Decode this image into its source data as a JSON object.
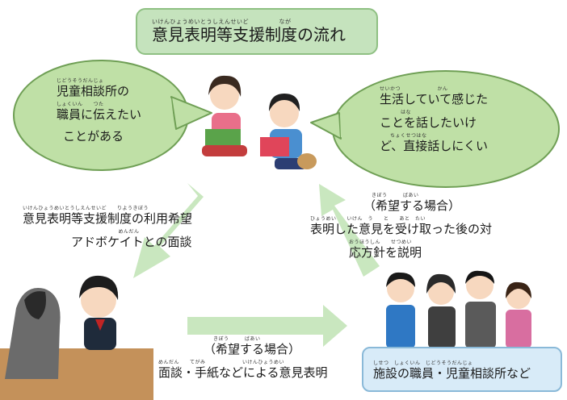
{
  "title": {
    "furigana": "いけんひょうめいとうしえんせいど　　　　　なが",
    "text": "意見表明等支援制度の流れ"
  },
  "bubble_left": {
    "furigana_1": "じどうそうだんじょ",
    "line_1": "児童相談所の",
    "furigana_2": "しょくいん　　つた",
    "line_2": "職員に伝えたい",
    "line_3": "ことがある"
  },
  "bubble_right": {
    "furigana_1": "せいかつ　　　　　　　かん",
    "line_1": "生活していて感じた",
    "furigana_2": "　　　　はな",
    "line_2": "ことを話したいけ",
    "furigana_3": "　　ちょくせつはな",
    "line_3": "ど、直接話しにくい"
  },
  "left_label": {
    "furigana_1": "いけんひょうめいとうしえんせいど　　りようきぼう",
    "line_1": "意見表明等支援制度の利用希望",
    "furigana_2": "　　　　　　　　　めんだん",
    "line_2": "アドボケイトとの面談"
  },
  "right_label": {
    "furigana_0": "きぼう　　　ばあい",
    "line_0": "（希望する場合）",
    "furigana_1": "ひょうめい　　いけん　う　　と　　あと　たい",
    "line_1": "表明した意見を受け取った後の対",
    "furigana_2": "おうほうしん　　せつめい",
    "line_2": "応方針を説明"
  },
  "bottom_label": {
    "furigana_0": "きぼう　　　ばあい",
    "line_0": "（希望する場合）",
    "furigana_1": "めんだん　　てがみ　　　　　　　いけんひょうめい",
    "line_1": "面談・手紙などによる意見表明"
  },
  "bottom_box": {
    "furigana": "しせつ　しょくいん　じどうそうだんじょ",
    "text": "施設の職員・児童相談所など"
  },
  "colors": {
    "title_fill": "#c5e3bd",
    "bubble_fill": "#bfe0a6",
    "arrow_fill": "#c9e7bf",
    "bottom_box_fill": "#d8ebf8"
  }
}
